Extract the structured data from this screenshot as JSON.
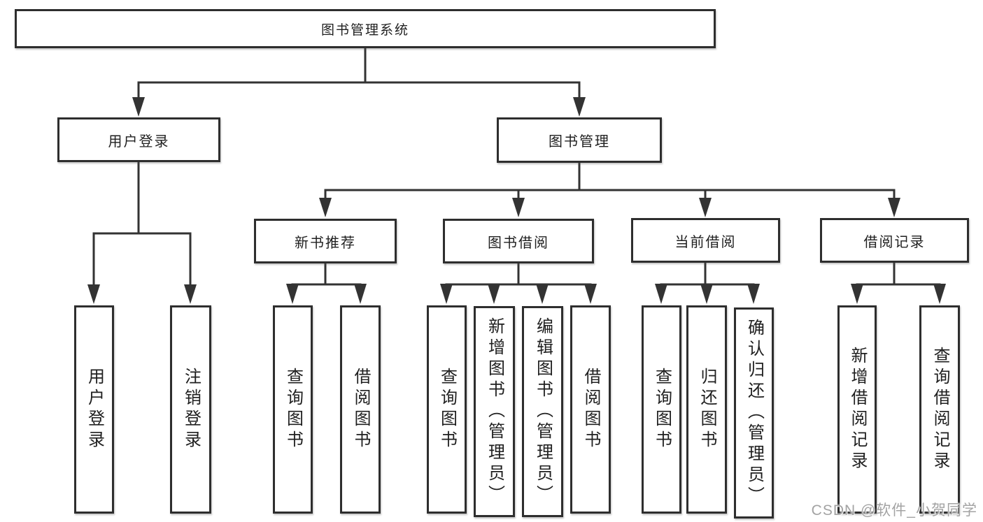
{
  "diagram_title": "图书管理系统",
  "colors": {
    "line": "#333333",
    "node_border": "#2e2e2e",
    "node_fill": "#ffffff",
    "text": "#1f1f1f",
    "watermark": "#a3a3a3",
    "background": "#ffffff"
  },
  "tree": {
    "label": "图书管理系统",
    "children": [
      {
        "label": "用户登录",
        "children": [
          {
            "label": "用户登录"
          },
          {
            "label": "注销登录"
          }
        ]
      },
      {
        "label": "图书管理",
        "children": [
          {
            "label": "新书推荐",
            "children": [
              {
                "label": "查询图书"
              },
              {
                "label": "借阅图书"
              }
            ]
          },
          {
            "label": "图书借阅",
            "children": [
              {
                "label": "查询图书"
              },
              {
                "label": "新增图书（管理员）"
              },
              {
                "label": "编辑图书（管理员）"
              },
              {
                "label": "借阅图书"
              }
            ]
          },
          {
            "label": "当前借阅",
            "children": [
              {
                "label": "查询图书"
              },
              {
                "label": "归还图书"
              },
              {
                "label": "确认归还（管理员）"
              }
            ]
          },
          {
            "label": "借阅记录",
            "children": [
              {
                "label": "新增借阅记录"
              },
              {
                "label": "查询借阅记录"
              }
            ]
          }
        ]
      }
    ]
  },
  "watermark": {
    "text": "CSDN @软件_小贺同学"
  }
}
